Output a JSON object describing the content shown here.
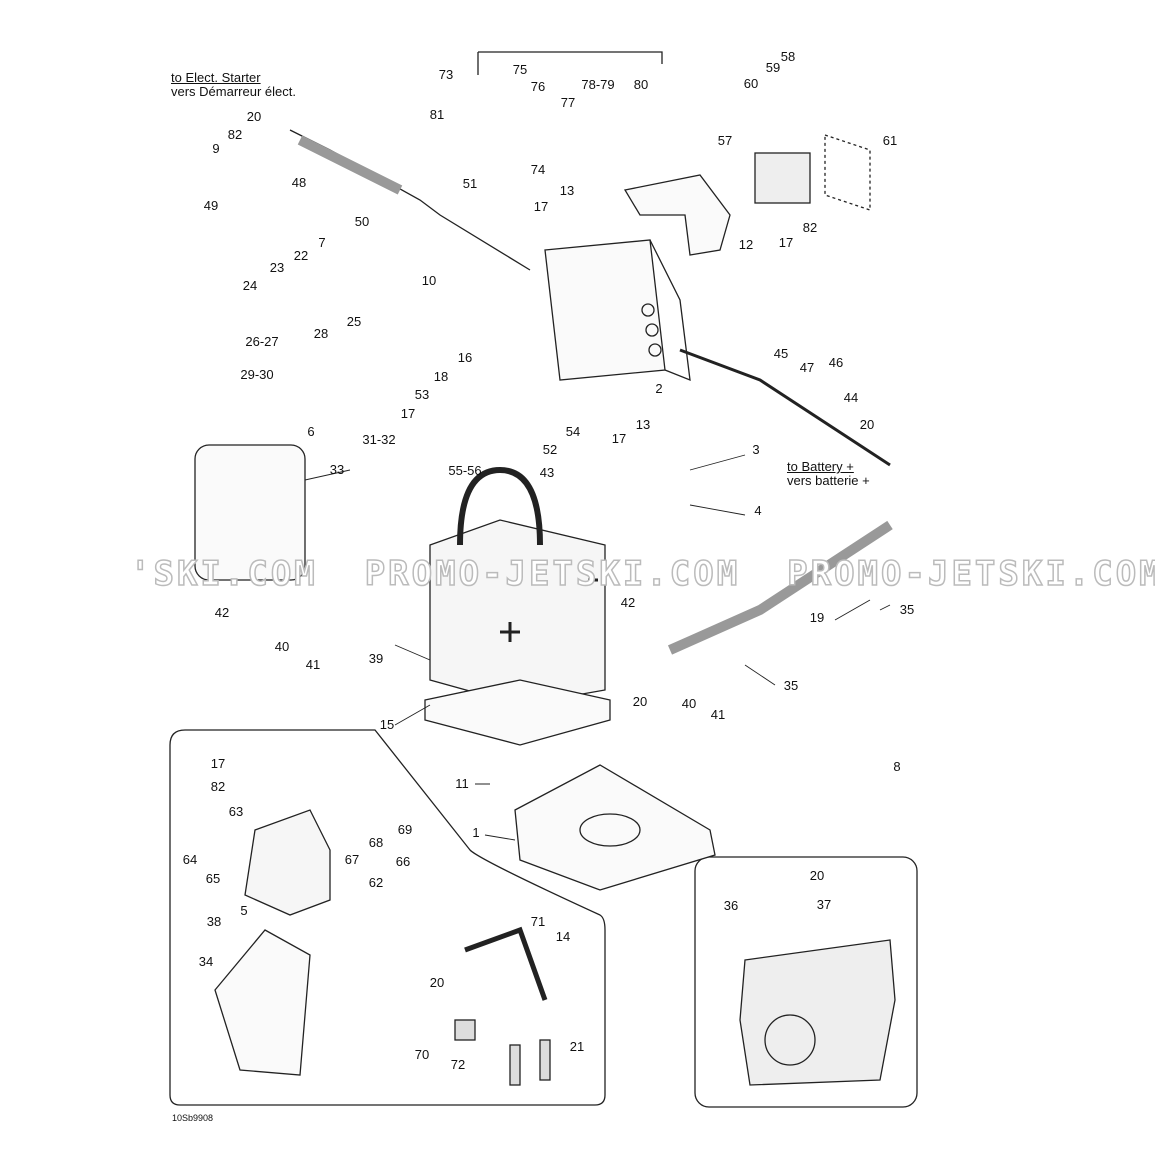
{
  "notes": {
    "starter_en": "to Elect. Starter",
    "starter_fr": "vers Démarreur élect.",
    "battery_en": "to Battery +",
    "battery_fr": "vers batterie +"
  },
  "watermark": "'SKI.COM  PROMO-JETSKI.COM  PROMO-JETSKI.COM",
  "drawing_code": "10Sb9908",
  "callouts": [
    "73",
    "75",
    "76",
    "77",
    "78-79",
    "80",
    "81",
    "74",
    "58",
    "59",
    "60",
    "61",
    "57",
    "82",
    "17",
    "12",
    "20",
    "82",
    "9",
    "48",
    "49",
    "51",
    "50",
    "13",
    "17",
    "7",
    "22",
    "23",
    "10",
    "24",
    "25",
    "28",
    "26-27",
    "16",
    "18",
    "29-30",
    "45",
    "46",
    "47",
    "2",
    "53",
    "17",
    "44",
    "20",
    "6",
    "31-32",
    "54",
    "13",
    "17",
    "52",
    "3",
    "55-56",
    "43",
    "33",
    "4",
    "42",
    "42",
    "19",
    "35",
    "40",
    "39",
    "41",
    "35",
    "20",
    "40",
    "41",
    "15",
    "17",
    "82",
    "11",
    "8",
    "63",
    "69",
    "1",
    "64",
    "67",
    "68",
    "66",
    "65",
    "62",
    "20",
    "36",
    "37",
    "5",
    "38",
    "71",
    "14",
    "34",
    "20",
    "21",
    "70",
    "72"
  ]
}
